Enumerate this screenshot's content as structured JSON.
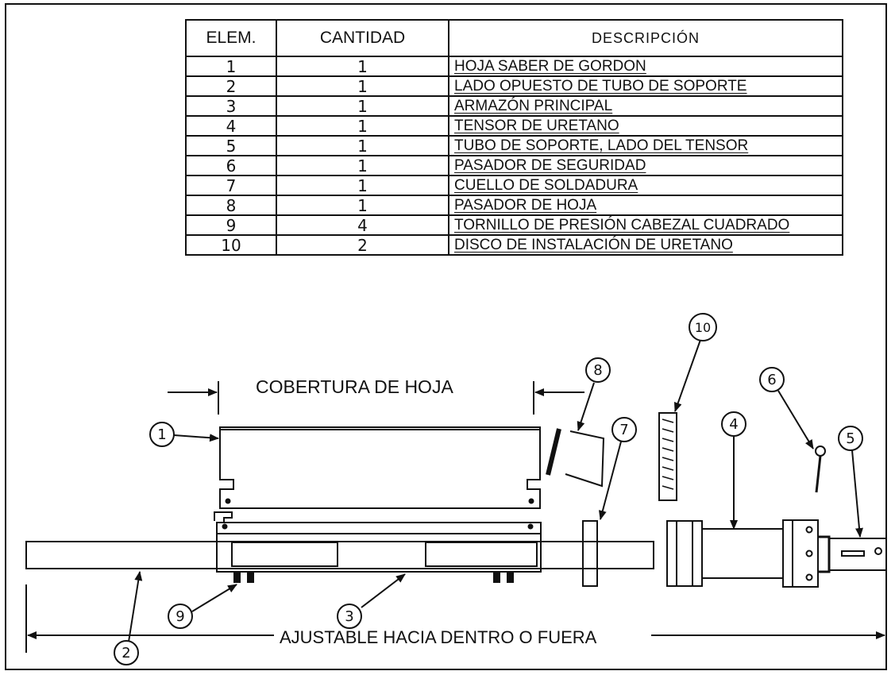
{
  "table": {
    "headers": [
      "ELEM.",
      "CANTIDAD",
      "DESCRIPCIÓN"
    ],
    "rows": [
      {
        "elem": "1",
        "qty": "1",
        "desc": "HOJA SABER DE GORDON"
      },
      {
        "elem": "2",
        "qty": "1",
        "desc": "LADO OPUESTO DE TUBO DE SOPORTE"
      },
      {
        "elem": "3",
        "qty": "1",
        "desc": "ARMAZÓN PRINCIPAL"
      },
      {
        "elem": "4",
        "qty": "1",
        "desc": "TENSOR DE URETANO"
      },
      {
        "elem": "5",
        "qty": "1",
        "desc": "TUBO DE SOPORTE, LADO DEL TENSOR"
      },
      {
        "elem": "6",
        "qty": "1",
        "desc": "PASADOR DE SEGURIDAD"
      },
      {
        "elem": "7",
        "qty": "1",
        "desc": "CUELLO DE SOLDADURA"
      },
      {
        "elem": "8",
        "qty": "1",
        "desc": "PASADOR DE HOJA"
      },
      {
        "elem": "9",
        "qty": "4",
        "desc": "TORNILLO DE PRESIÓN CABEZAL CUADRADO"
      },
      {
        "elem": "10",
        "qty": "2",
        "desc": "DISCO DE INSTALACIÓN DE URETANO"
      }
    ]
  },
  "diagram": {
    "blade_coverage_label": "COBERTURA DE HOJA",
    "adjustable_label": "AJUSTABLE HACIA DENTRO O FUERA",
    "callouts": [
      "1",
      "2",
      "3",
      "4",
      "5",
      "6",
      "7",
      "8",
      "9",
      "10"
    ]
  }
}
